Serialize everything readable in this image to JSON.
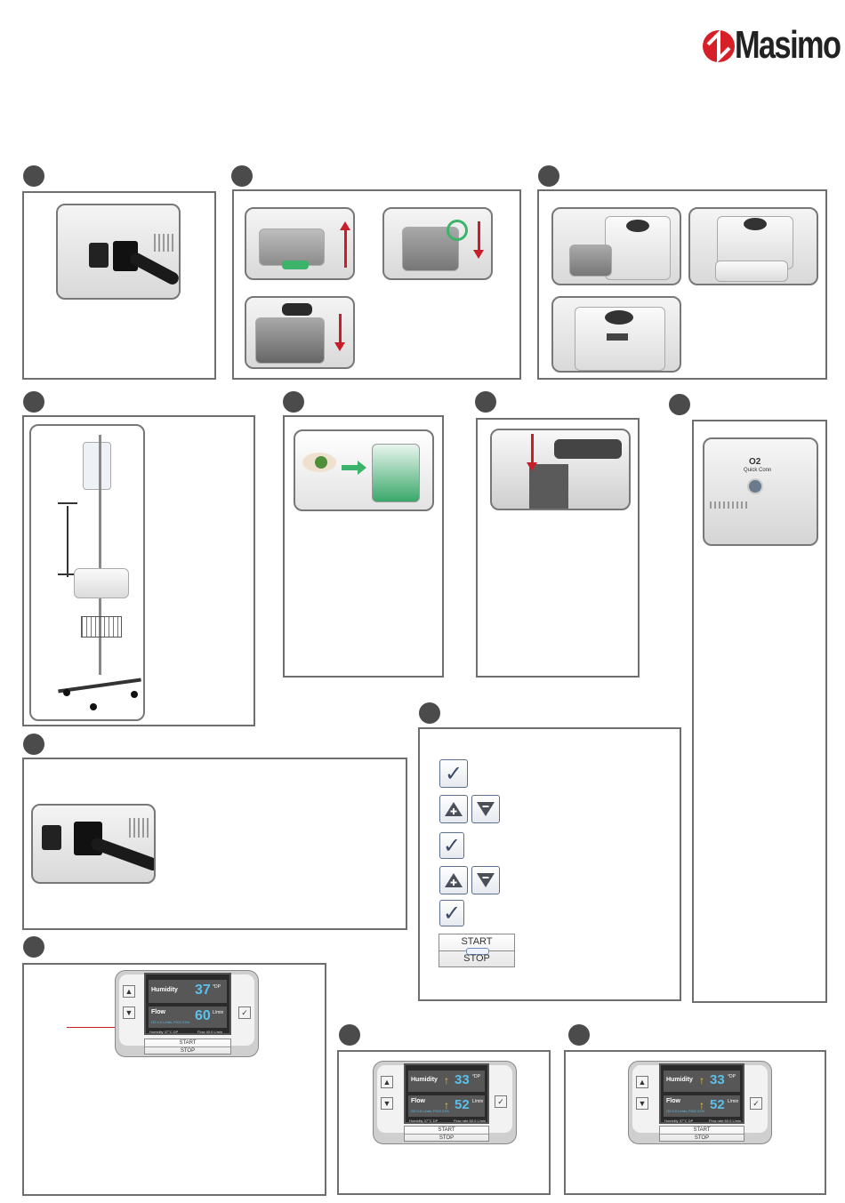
{
  "brand": {
    "name": "Masimo",
    "accent_color": "#d71f27"
  },
  "icons": {
    "check": "checkmark-icon",
    "up": "triangle-up-plus-icon",
    "down": "triangle-down-minus-icon",
    "alarm": "warning-triangle-icon"
  },
  "controls": {
    "start": "START",
    "stop": "STOP",
    "check_glyph": "✓"
  },
  "display": {
    "humidity_label": "Humidity",
    "flow_label": "Flow",
    "humidity_value": "37",
    "humidity_unit": "°DP",
    "flow_value": "60",
    "flow_unit": "L/min",
    "flow_sub": "O2 4.0 L/min, FiO2 21%",
    "footer_left": "Humidity 37°C DP",
    "footer_right": "Flow 40.0 L/min",
    "humidity_value_b": "33",
    "flow_value_b": "52",
    "flow_sub_b": "O2 0.0 L/min, FiO2 21%",
    "footer_left_b": "Humidity 37°C DP",
    "footer_right_b": "Flow rate 60.0 L/min",
    "arrow_up": "↑"
  },
  "labels": {
    "o2_port": "O2",
    "quick_connect": "Quick Conn"
  }
}
